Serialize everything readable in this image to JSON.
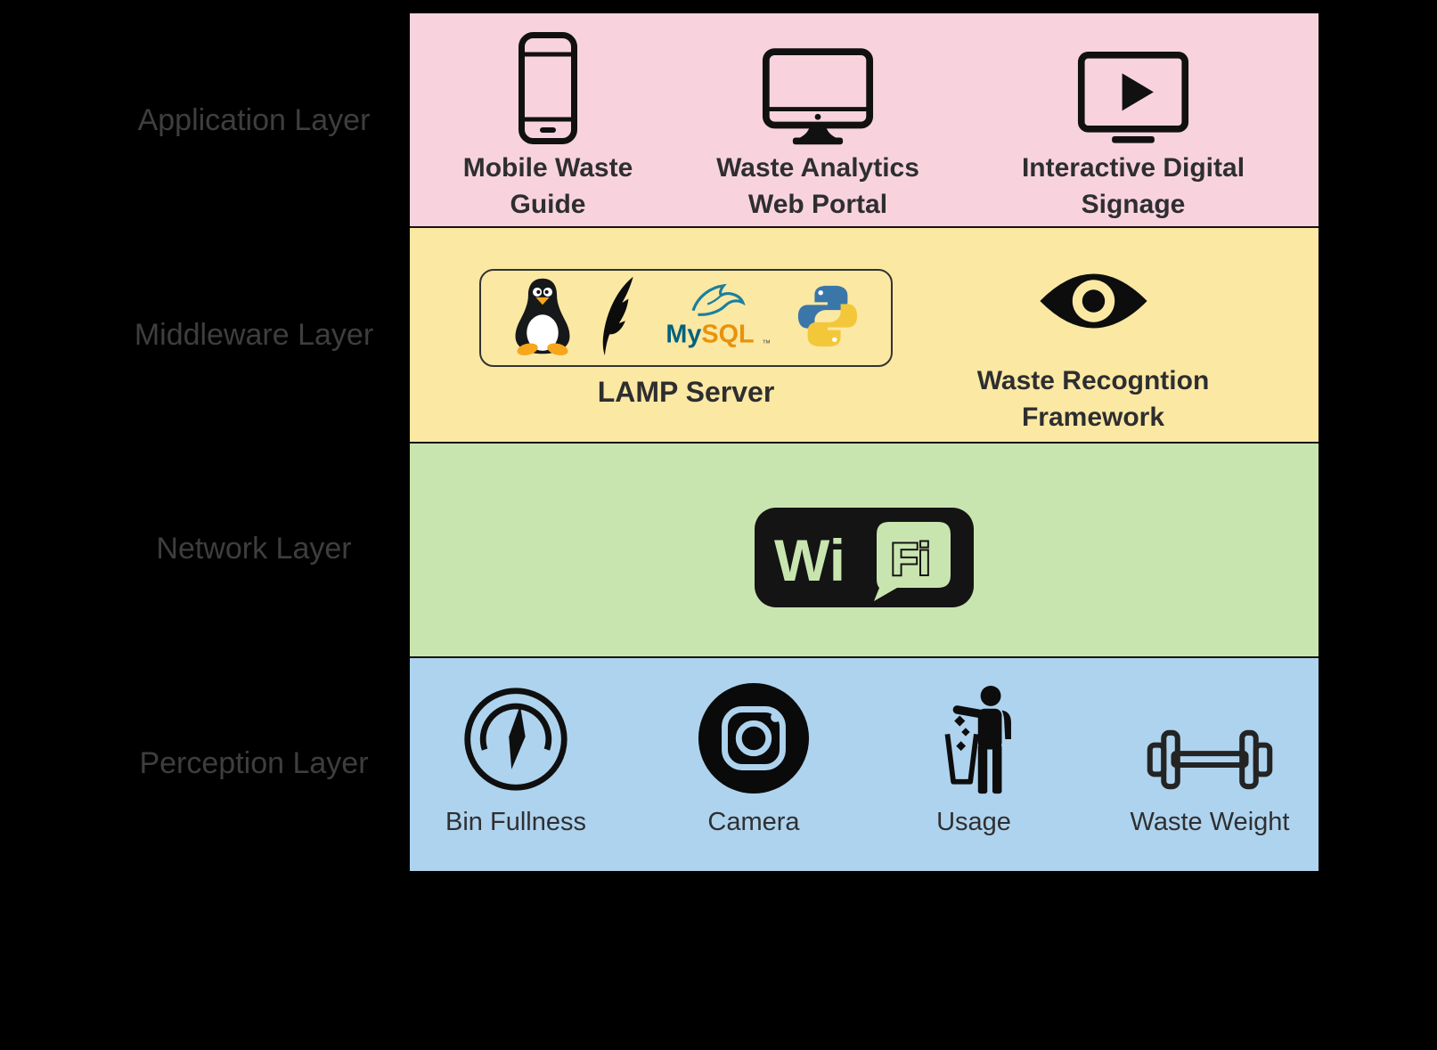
{
  "colors": {
    "background": "#000000",
    "application_band": "#f8d3de",
    "middleware_band": "#fbe8a3",
    "network_band": "#c9e5af",
    "perception_band": "#aed3ee",
    "side_label_text": "#3e3e40",
    "band_text": "#2e2e30",
    "mysql_teal": "#00617f",
    "mysql_orange": "#e8920c",
    "python_blue": "#3a76a8",
    "python_yellow": "#f3c73a",
    "tux_orange": "#f6a71c"
  },
  "layers": [
    {
      "side_label": "Application Layer",
      "band_color": "#f8d3de",
      "items": [
        {
          "icon": "smartphone-icon",
          "label": "Mobile Waste Guide"
        },
        {
          "icon": "desktop-monitor-icon",
          "label": "Waste Analytics Web Portal"
        },
        {
          "icon": "tv-play-icon",
          "label": "Interactive Digital Signage"
        }
      ]
    },
    {
      "side_label": "Middleware Layer",
      "band_color": "#fbe8a3",
      "items": [
        {
          "icon": "lamp-stack-logos",
          "label": "LAMP Server",
          "logos": [
            "linux-tux-logo",
            "apache-feather-logo",
            "mysql-logo",
            "python-logo"
          ]
        },
        {
          "icon": "eye-icon",
          "label": "Waste Recogntion Framework"
        }
      ]
    },
    {
      "side_label": "Network Layer",
      "band_color": "#c9e5af",
      "items": [
        {
          "icon": "wifi-logo",
          "label": ""
        }
      ]
    },
    {
      "side_label": "Perception Layer",
      "band_color": "#aed3ee",
      "items": [
        {
          "icon": "gauge-icon",
          "label": "Bin Fullness"
        },
        {
          "icon": "camera-icon",
          "label": "Camera"
        },
        {
          "icon": "person-trash-icon",
          "label": "Usage"
        },
        {
          "icon": "dumbbell-icon",
          "label": "Waste Weight"
        }
      ]
    }
  ],
  "logos": {
    "mysql_my": "My",
    "mysql_sql": "SQL",
    "mysql_tm": "™"
  },
  "wifi_logo": {
    "wi": "Wi",
    "fi": "Fi"
  }
}
